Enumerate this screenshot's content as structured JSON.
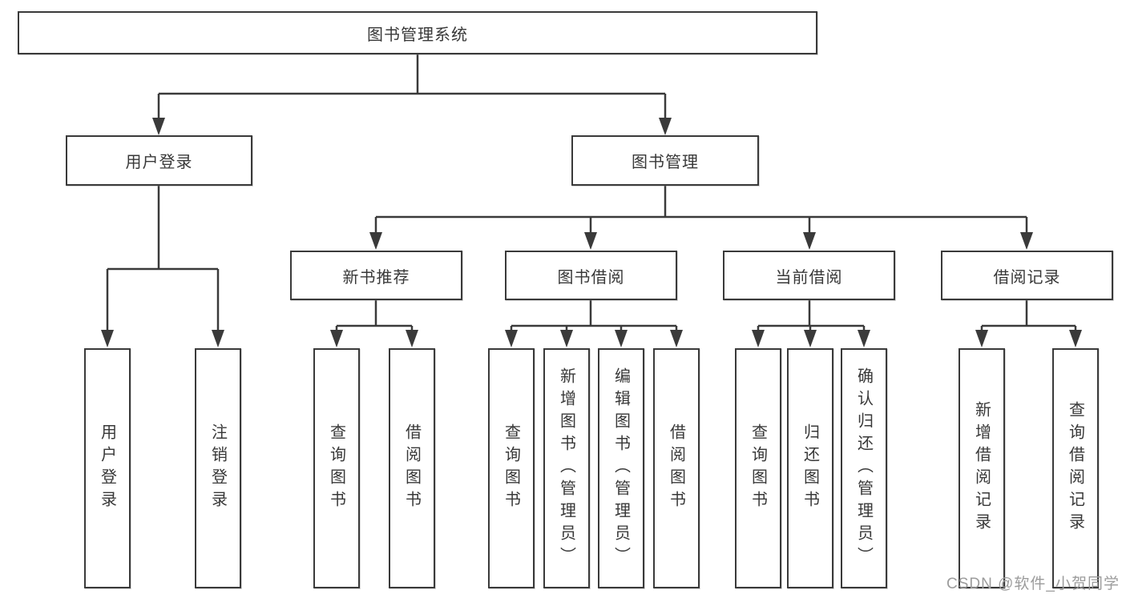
{
  "tree": {
    "root": "图书管理系统",
    "user_login": {
      "label": "用户登录",
      "children": [
        "用户登录",
        "注销登录"
      ]
    },
    "book_mgmt": {
      "label": "图书管理",
      "sections": [
        {
          "label": "新书推荐",
          "children": [
            "查询图书",
            "借阅图书"
          ]
        },
        {
          "label": "图书借阅",
          "children": [
            "查询图书",
            "新增图书（管理员）",
            "编辑图书（管理员）",
            "借阅图书"
          ]
        },
        {
          "label": "当前借阅",
          "children": [
            "查询图书",
            "归还图书",
            "确认归还（管理员）"
          ]
        },
        {
          "label": "借阅记录",
          "children": [
            "新增借阅记录",
            "查询借阅记录"
          ]
        }
      ]
    }
  },
  "watermark": "CSDN @软件_小贺同学",
  "colors": {
    "line": "#3a3a3a",
    "box_border": "#3a3a3a",
    "text": "#383838",
    "background": "#ffffff",
    "watermark": "#9c9c9c"
  }
}
